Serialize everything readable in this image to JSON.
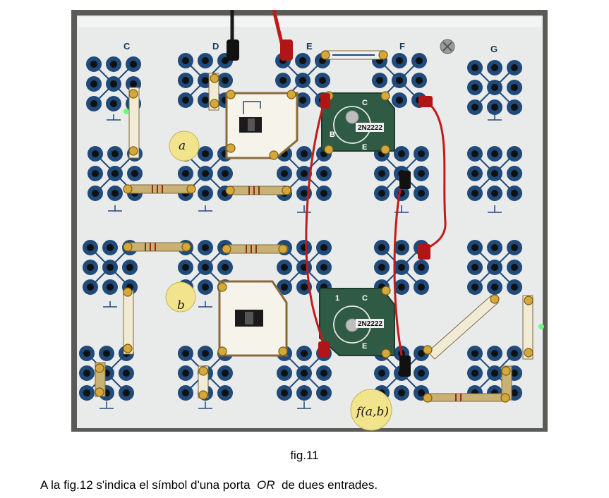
{
  "board": {
    "column_labels": [
      "C",
      "D",
      "E",
      "F",
      "G"
    ],
    "transistor_label": "2N2222",
    "pin_labels": {
      "collector": "C",
      "base": "B",
      "emitter": "E"
    },
    "input_label_a": "a",
    "input_label_b": "b",
    "output_label": "f(a,b)",
    "transistor_number": "1"
  },
  "caption": "fig.11",
  "paragraph": {
    "before": "A la fig.12 s'indica el símbol d'una porta  ",
    "emphasis": "OR",
    "after": "  de dues entrades."
  }
}
